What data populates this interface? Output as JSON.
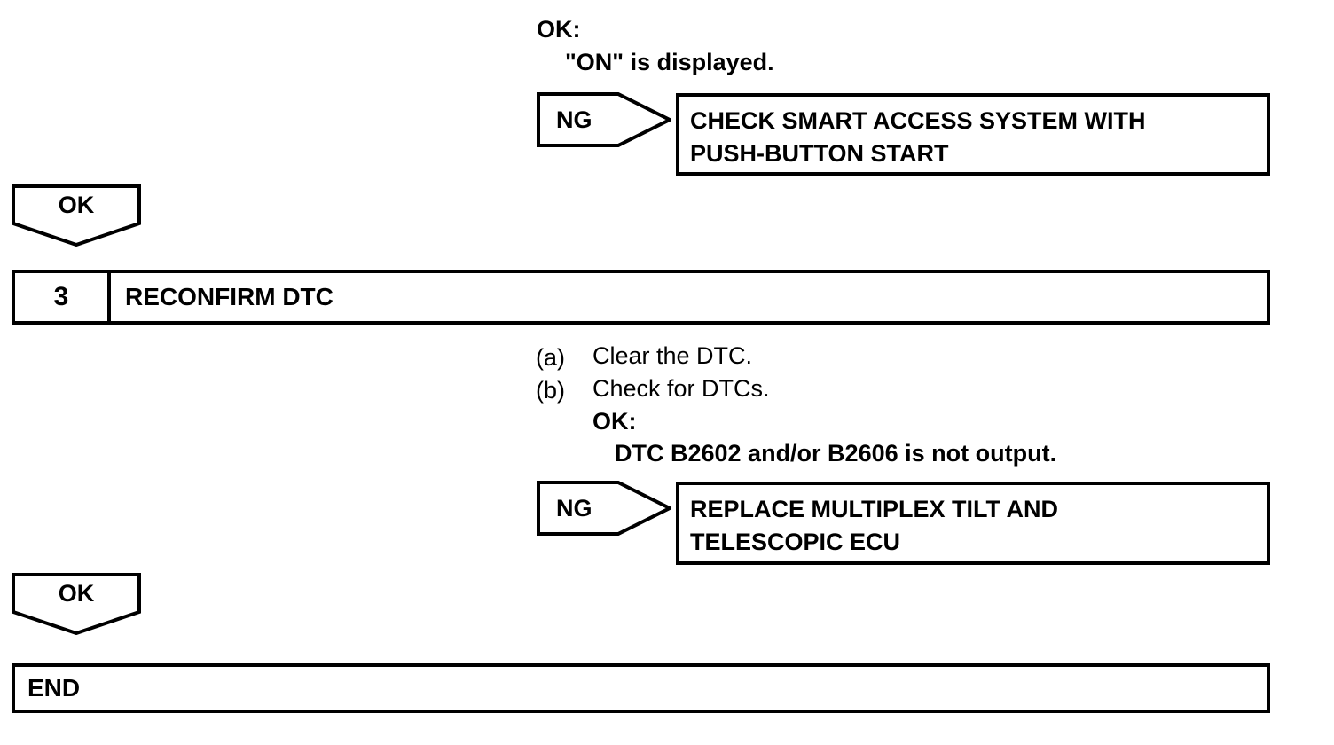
{
  "document": {
    "type": "troubleshooting-flowchart",
    "background_color": "#ffffff",
    "line_color": "#000000"
  },
  "top_result": {
    "ok_label": "OK:",
    "ok_detail": "\"ON\" is displayed."
  },
  "branch_1": {
    "arrow_label": "NG",
    "action_line_1": "CHECK SMART ACCESS SYSTEM WITH",
    "action_line_2": "PUSH-BUTTON START"
  },
  "connector_1": {
    "label": "OK"
  },
  "step_3": {
    "number": "3",
    "title": "RECONFIRM DTC",
    "instructions": [
      {
        "marker": "(a)",
        "text": "Clear the DTC."
      },
      {
        "marker": "(b)",
        "text": "Check for DTCs."
      }
    ],
    "ok_label": "OK:",
    "ok_detail": "DTC B2602 and/or B2606 is not output."
  },
  "branch_2": {
    "arrow_label": "NG",
    "action_line_1": "REPLACE MULTIPLEX TILT AND",
    "action_line_2": "TELESCOPIC ECU"
  },
  "connector_2": {
    "label": "OK"
  },
  "end_block": {
    "label": "END"
  }
}
